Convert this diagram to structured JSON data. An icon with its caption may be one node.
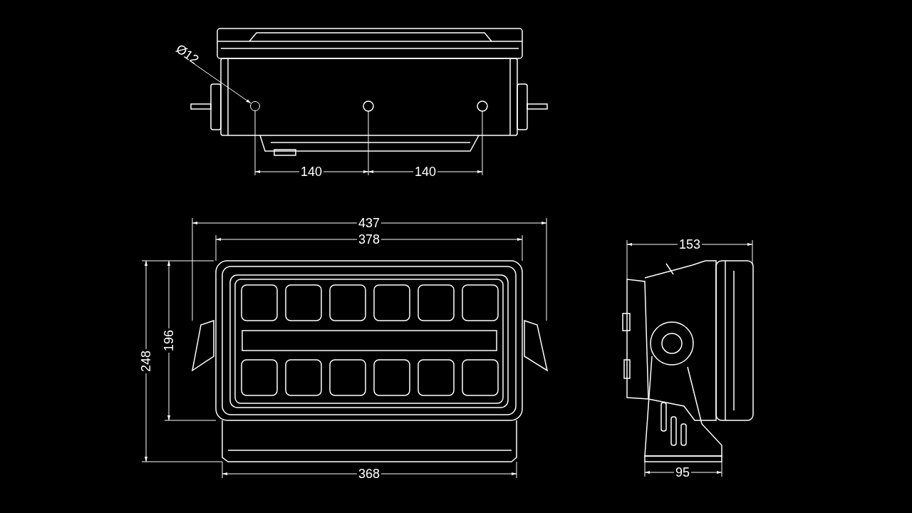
{
  "diagram": {
    "nodes": [
      {
        "text": [
          "Ø12"
        ]
      },
      {
        "text": [],
        "shape": "circle"
      }
    ],
    "edges": [
      {
        "from": 0,
        "to": 1,
        "arrow": "to"
      }
    ],
    "labels": [
      "140",
      "140",
      "437",
      "378",
      "153",
      "248",
      "196",
      "368",
      "95"
    ]
  }
}
